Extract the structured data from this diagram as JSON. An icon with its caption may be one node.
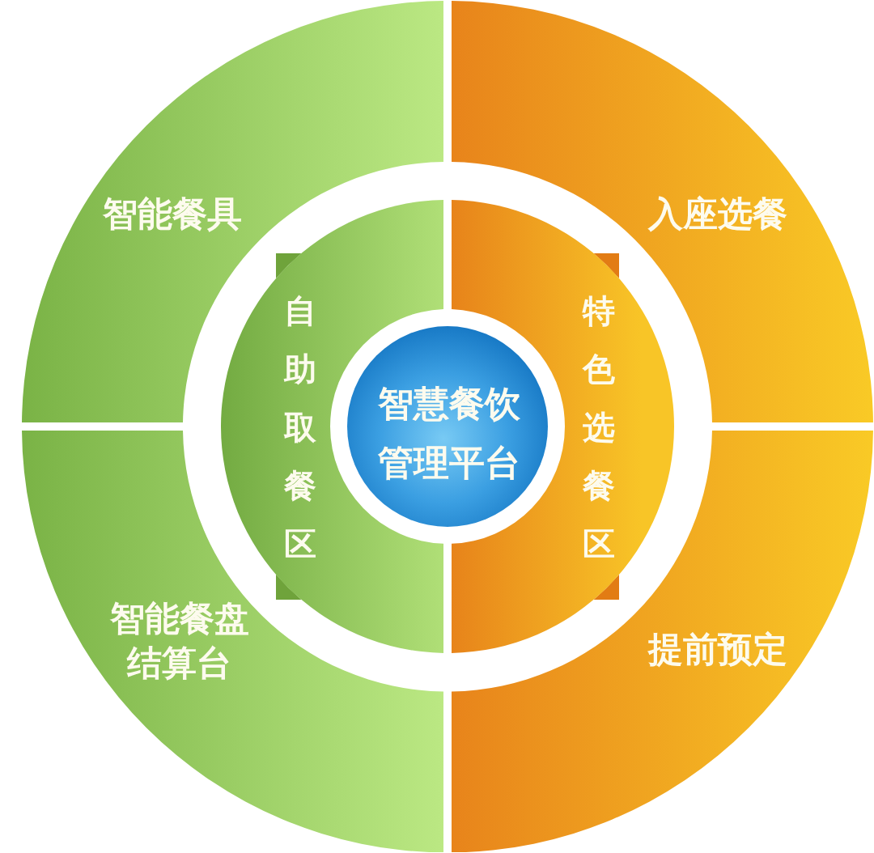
{
  "diagram": {
    "nodes": [
      {
        "text": [
          "智能餐具"
        ]
      },
      {
        "text": [
          "入座选餐"
        ]
      },
      {
        "text": [
          "自助取餐区"
        ]
      },
      {
        "text": [
          "智慧餐饮管理平台"
        ]
      },
      {
        "text": [
          "特色选餐区"
        ]
      },
      {
        "text": [
          "智能餐盘结算台"
        ]
      },
      {
        "text": [
          "提前预定"
        ]
      }
    ]
  }
}
